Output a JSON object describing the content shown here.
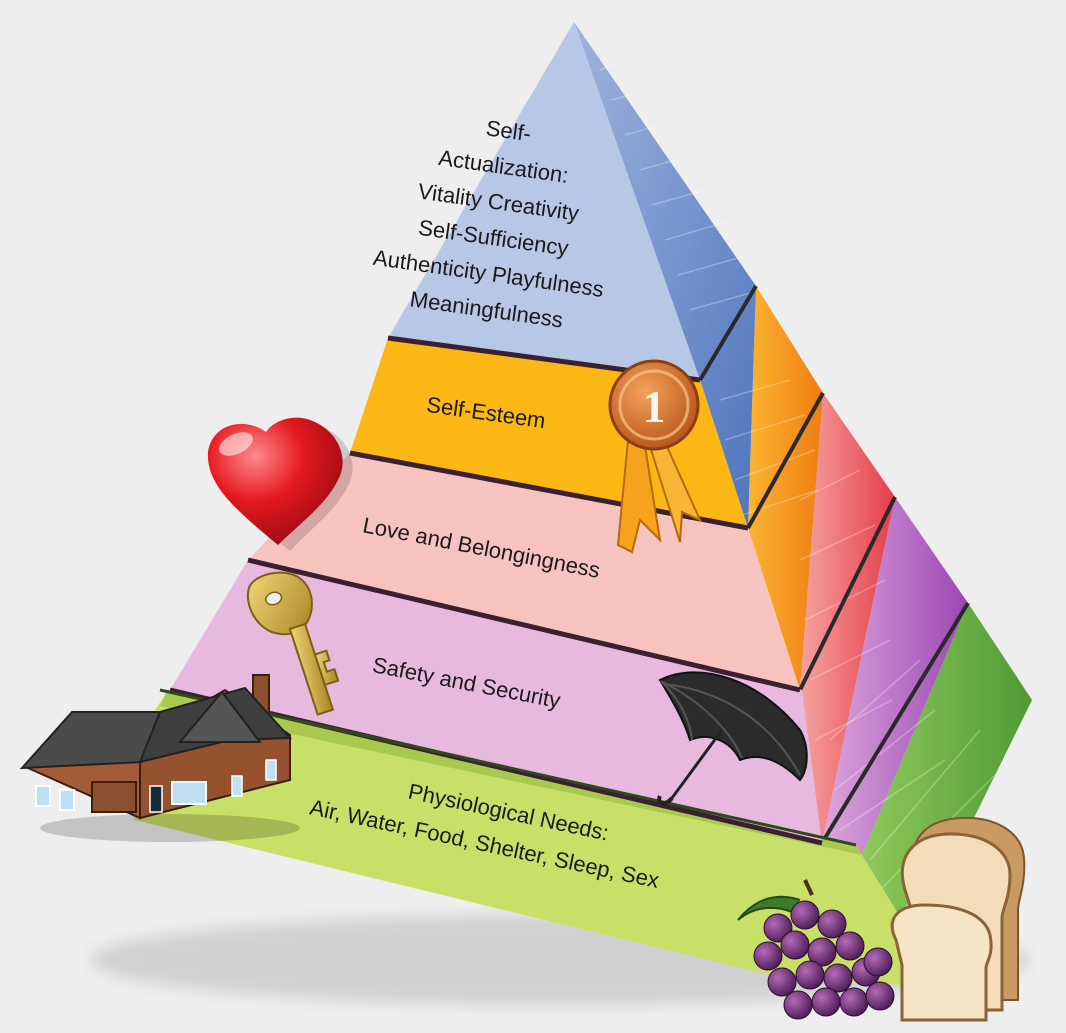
{
  "pyramid": {
    "levels": [
      {
        "id": "self-actualization",
        "lines": [
          "Self-",
          "Actualization:",
          "Vitality Creativity",
          "Self-Sufficiency",
          "Authenticity Playfulness",
          "Meaningfulness"
        ],
        "front_color": "#b7c7e6",
        "side_color": "#5b7fc2"
      },
      {
        "id": "self-esteem",
        "lines": [
          "Self-Esteem"
        ],
        "front_color": "#fbb814",
        "side_color": "#f08a14"
      },
      {
        "id": "love",
        "lines": [
          "Love and Belongingness"
        ],
        "front_color": "#f7c3bf",
        "side_color": "#e8505a"
      },
      {
        "id": "safety",
        "lines": [
          "Safety and Security"
        ],
        "front_color": "#e7b9df",
        "side_color": "#a753b8"
      },
      {
        "id": "physiological",
        "lines": [
          "Physiological Needs:",
          "Air, Water, Food, Shelter, Sleep, Sex"
        ],
        "front_color": "#c8e067",
        "side_color": "#5aa33c"
      }
    ],
    "ribbon_number": "1",
    "icons": [
      "heart-icon",
      "key-icon",
      "umbrella-icon",
      "house-icon",
      "grapes-icon",
      "bread-icon",
      "ribbon-icon"
    ]
  }
}
